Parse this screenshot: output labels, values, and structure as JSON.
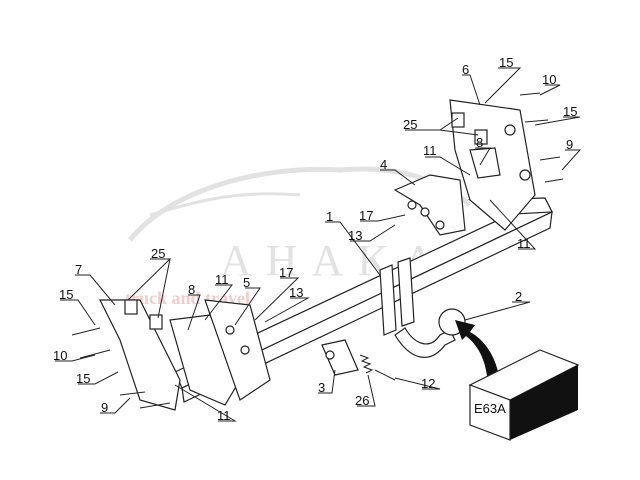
{
  "diagram": {
    "title_code": "E63A",
    "watermark": {
      "brand": "AHAKA",
      "tagline": "truck and travel"
    },
    "callouts": [
      {
        "id": "c1",
        "text": "15"
      },
      {
        "id": "c2",
        "text": "6"
      },
      {
        "id": "c3",
        "text": "10"
      },
      {
        "id": "c4",
        "text": "15"
      },
      {
        "id": "c5",
        "text": "25"
      },
      {
        "id": "c6",
        "text": "8"
      },
      {
        "id": "c7",
        "text": "11"
      },
      {
        "id": "c8",
        "text": "9"
      },
      {
        "id": "c9",
        "text": "4"
      },
      {
        "id": "c10",
        "text": "17"
      },
      {
        "id": "c11",
        "text": "13"
      },
      {
        "id": "c12",
        "text": "11"
      },
      {
        "id": "c13",
        "text": "1"
      },
      {
        "id": "c14",
        "text": "25"
      },
      {
        "id": "c15",
        "text": "7"
      },
      {
        "id": "c16",
        "text": "11"
      },
      {
        "id": "c17",
        "text": "5"
      },
      {
        "id": "c18",
        "text": "17"
      },
      {
        "id": "c19",
        "text": "8"
      },
      {
        "id": "c20",
        "text": "13"
      },
      {
        "id": "c21",
        "text": "15"
      },
      {
        "id": "c22",
        "text": "10"
      },
      {
        "id": "c23",
        "text": "15"
      },
      {
        "id": "c24",
        "text": "9"
      },
      {
        "id": "c25",
        "text": "11"
      },
      {
        "id": "c26",
        "text": "3"
      },
      {
        "id": "c27",
        "text": "26"
      },
      {
        "id": "c28",
        "text": "12"
      },
      {
        "id": "c29",
        "text": "2"
      }
    ]
  }
}
